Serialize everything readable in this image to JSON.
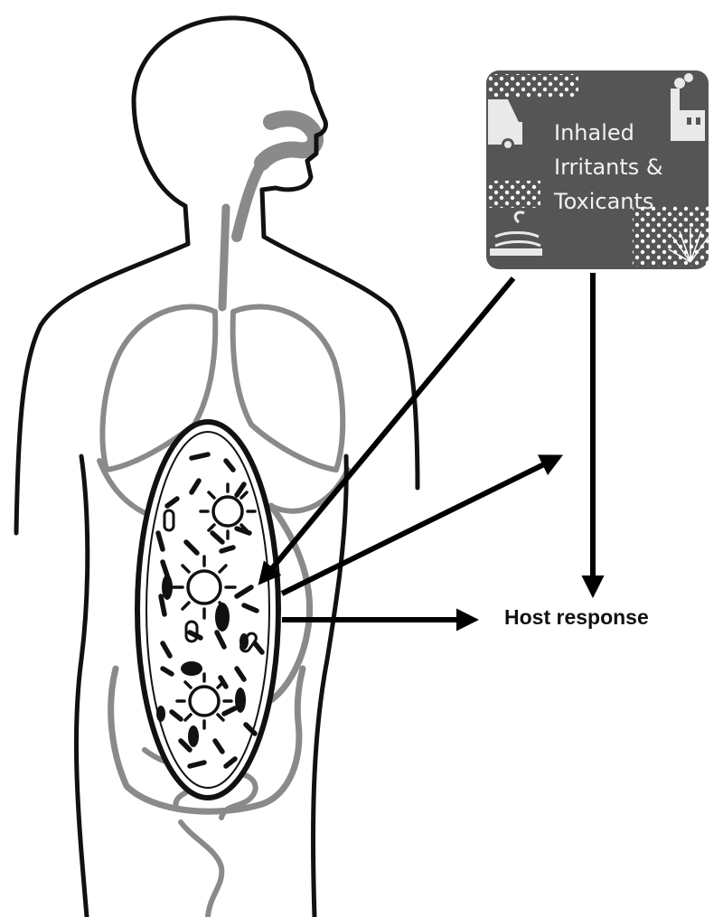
{
  "irritant_box": {
    "lines": [
      "Inhaled",
      "Irritants &",
      "Toxicants"
    ],
    "fill": "#555555",
    "icons": [
      "car-icon",
      "factory-icon",
      "cigarette-icon",
      "spray-icon"
    ]
  },
  "host_response_label": "Host response",
  "colors": {
    "outline": "#111111",
    "organs": "#8a8a8a",
    "arrow": "#000000"
  }
}
